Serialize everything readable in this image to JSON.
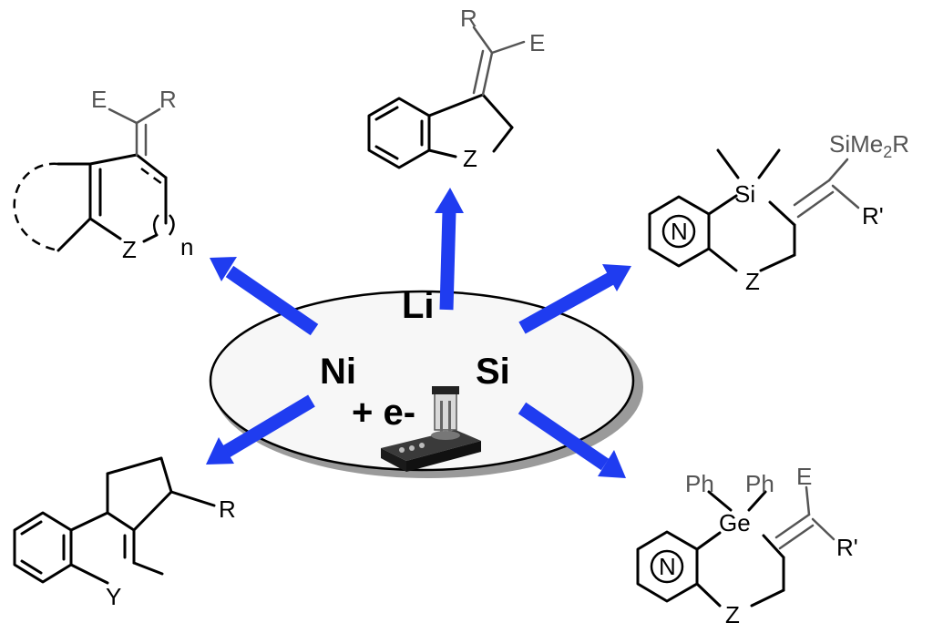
{
  "center": {
    "ni": "Ni",
    "li": "Li",
    "si": "Si",
    "electron": "+ e-"
  },
  "colors": {
    "arrow": "#1f3cf0",
    "ellipse_fill": "#f7f7f7",
    "ellipse_shadow": "#9a9a9a",
    "substituent_gray": "#555555"
  },
  "top_product": {
    "r": "R",
    "e": "E",
    "z": "Z"
  },
  "top_left_product": {
    "e": "E",
    "r": "R",
    "z": "Z",
    "n": "n"
  },
  "top_right_product": {
    "sime2r": "SiMe",
    "sime2r_sub": "2",
    "sime2r_end": "R",
    "si": "Si",
    "r_prime": "R'",
    "n": "N",
    "z": "Z"
  },
  "bottom_left_product": {
    "r": "R",
    "y": "Y"
  },
  "bottom_right_product": {
    "ph1": "Ph",
    "ph2": "Ph",
    "ge": "Ge",
    "e": "E",
    "r_prime": "R'",
    "n": "N",
    "z": "Z"
  }
}
